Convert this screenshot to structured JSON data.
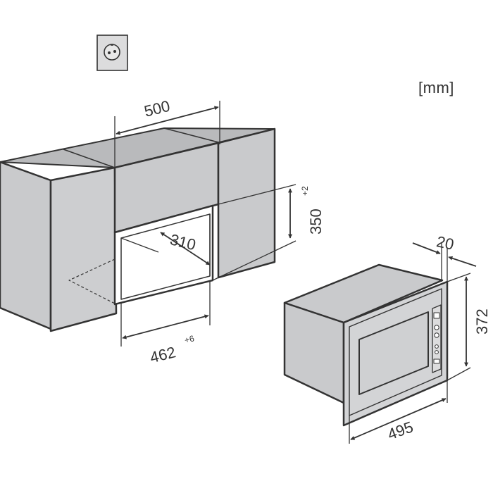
{
  "unit_label": "[mm]",
  "dimensions": {
    "cabinet_width": "500",
    "niche_height": "350",
    "niche_height_tol": "+2",
    "niche_depth": "310",
    "niche_width": "462",
    "niche_width_tol": "+6",
    "frame_depth": "20",
    "appliance_height": "372",
    "appliance_width": "495"
  },
  "colors": {
    "cabinet_fill": "#c9cacc",
    "cabinet_top": "#b9babc",
    "line": "#333333",
    "window": "#cfd0d2"
  },
  "icons": [
    "power-socket-icon"
  ]
}
